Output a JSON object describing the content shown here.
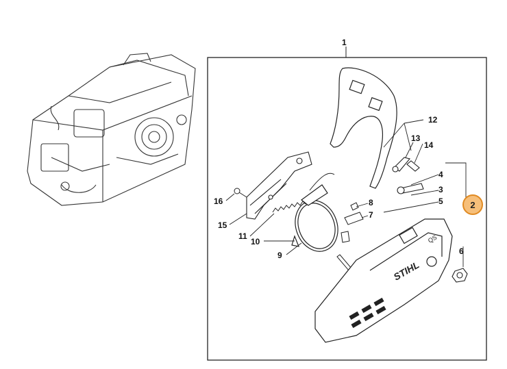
{
  "diagram": {
    "callouts": {
      "c1": "1",
      "c2": "2",
      "c3": "3",
      "c4": "4",
      "c5": "5",
      "c6": "6",
      "c7": "7",
      "c8": "8",
      "c9": "9",
      "c10": "10",
      "c11": "11",
      "c12": "12",
      "c13": "13",
      "c14": "14",
      "c15": "15",
      "c16": "16"
    },
    "cover_brand": "STIHL",
    "cover_badge": "QS",
    "highlight_color": "#f6bf7a",
    "highlight_border": "#e08a22"
  }
}
